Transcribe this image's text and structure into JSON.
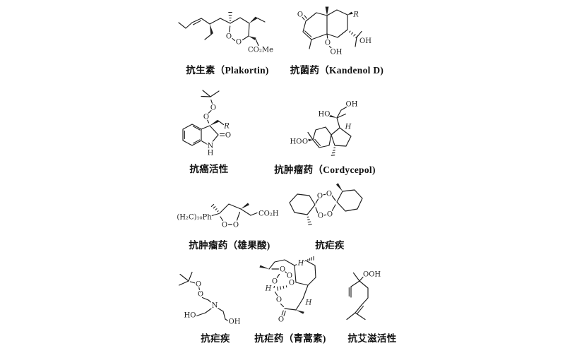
{
  "page": {
    "background": "#ffffff",
    "ink": "#1c1c1c"
  },
  "structures": [
    {
      "caption": "抗生素（Plakortin)",
      "atoms": [
        "O",
        "O",
        "CO₂Me"
      ]
    },
    {
      "caption": "抗菌药（Kandenol D)",
      "atoms": [
        "O",
        "R",
        "OH",
        "O",
        "OH"
      ]
    },
    {
      "caption": "抗癌活性",
      "atoms": [
        "O",
        "O",
        "R",
        "O",
        "N",
        "H"
      ]
    },
    {
      "caption": "抗肿瘤药（Cordycepol)",
      "atoms": [
        "OH",
        "HO",
        "H",
        "HO",
        "O"
      ]
    },
    {
      "caption": "抗肿瘤药（雄果酸)",
      "atoms": [
        "(H₂C)₁₀Ph",
        "O",
        "O",
        "CO₂H"
      ]
    },
    {
      "caption": "抗疟疾",
      "atoms": [
        "O",
        "O",
        "O",
        "O"
      ]
    },
    {
      "caption": "抗疟疾",
      "atoms": [
        "O",
        "O",
        "N",
        "HO",
        "OH"
      ]
    },
    {
      "caption": "抗疟药（青蒿素)",
      "atoms": [
        "O",
        "O",
        "O",
        "O",
        "O",
        "O",
        "H",
        "H",
        "H"
      ]
    },
    {
      "caption": "抗艾滋活性",
      "atoms": [
        "OOH"
      ]
    }
  ]
}
